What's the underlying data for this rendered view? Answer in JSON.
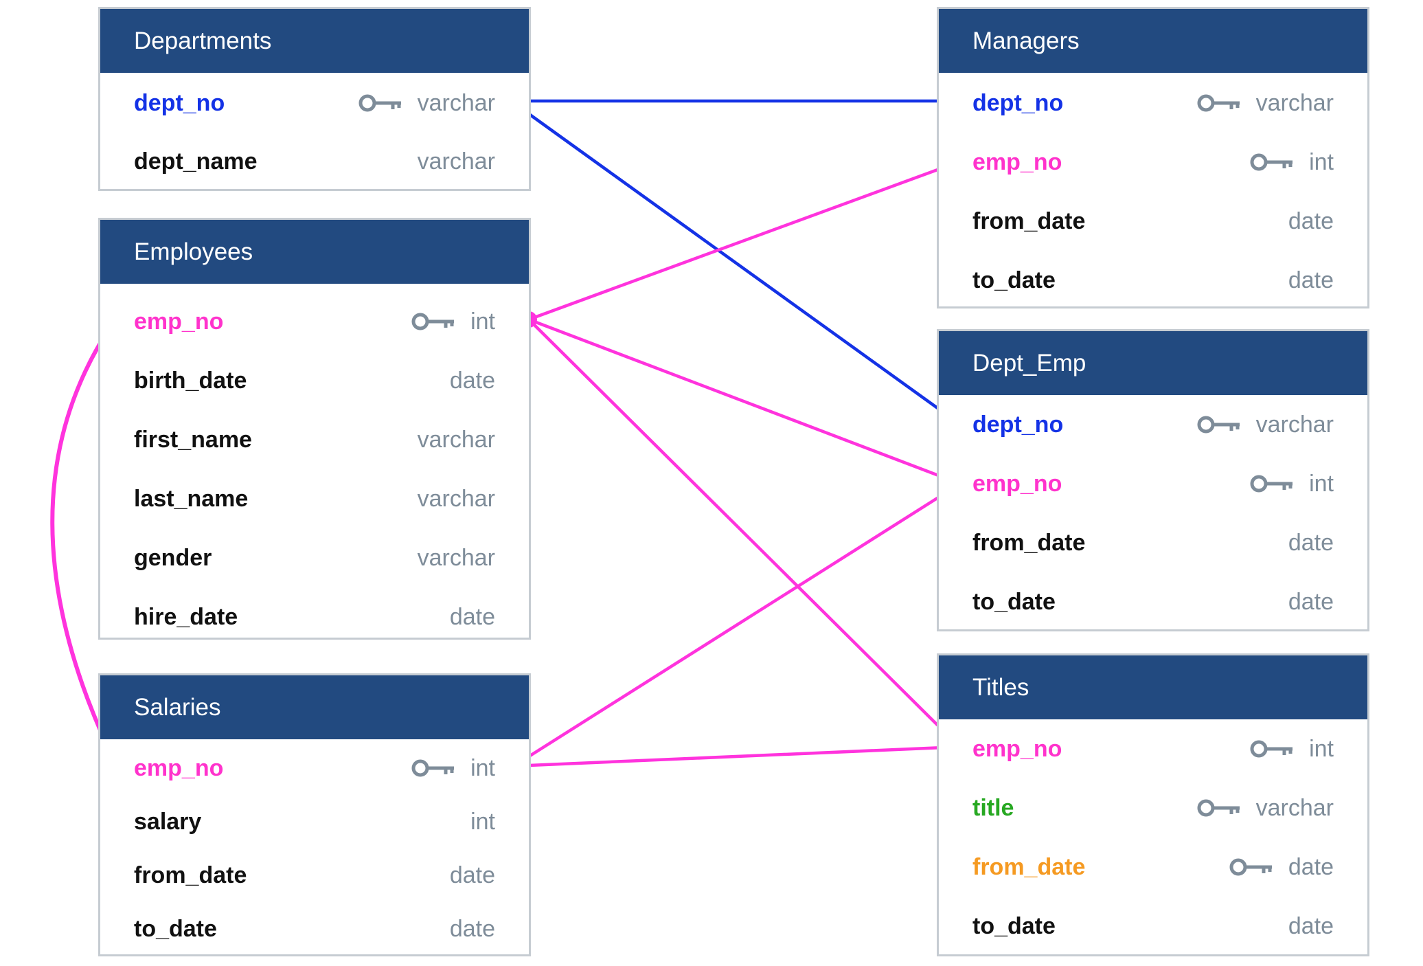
{
  "tables": {
    "departments": {
      "title": "Departments",
      "fields": [
        {
          "name": "dept_name_field",
          "label": "dept_no",
          "type": "varchar",
          "key": true,
          "color": "blue"
        },
        {
          "name": "x",
          "label": "dept_name",
          "type": "varchar",
          "key": false,
          "color": "black"
        }
      ]
    },
    "employees": {
      "title": "Employees",
      "fields": [
        {
          "label": "emp_no",
          "type": "int",
          "key": true,
          "color": "pink"
        },
        {
          "label": "birth_date",
          "type": "date",
          "key": false,
          "color": "black"
        },
        {
          "label": "first_name",
          "type": "varchar",
          "key": false,
          "color": "black"
        },
        {
          "label": "last_name",
          "type": "varchar",
          "key": false,
          "color": "black"
        },
        {
          "label": "gender",
          "type": "varchar",
          "key": false,
          "color": "black"
        },
        {
          "label": "hire_date",
          "type": "date",
          "key": false,
          "color": "black"
        }
      ]
    },
    "salaries": {
      "title": "Salaries",
      "fields": [
        {
          "label": "emp_no",
          "type": "int",
          "key": true,
          "color": "pink"
        },
        {
          "label": "salary",
          "type": "int",
          "key": false,
          "color": "black"
        },
        {
          "label": "from_date",
          "type": "date",
          "key": false,
          "color": "black"
        },
        {
          "label": "to_date",
          "type": "date",
          "key": false,
          "color": "black"
        }
      ]
    },
    "managers": {
      "title": "Managers",
      "fields": [
        {
          "label": "dept_no",
          "type": "varchar",
          "key": true,
          "color": "blue"
        },
        {
          "label": "emp_no",
          "type": "int",
          "key": true,
          "color": "pink"
        },
        {
          "label": "from_date",
          "type": "date",
          "key": false,
          "color": "black"
        },
        {
          "label": "to_date",
          "type": "date",
          "key": false,
          "color": "black"
        }
      ]
    },
    "dept_emp": {
      "title": "Dept_Emp",
      "fields": [
        {
          "label": "dept_no",
          "type": "varchar",
          "key": true,
          "color": "blue"
        },
        {
          "label": "emp_no",
          "type": "int",
          "key": true,
          "color": "pink"
        },
        {
          "label": "from_date",
          "type": "date",
          "key": false,
          "color": "black"
        },
        {
          "label": "to_date",
          "type": "date",
          "key": false,
          "color": "black"
        }
      ]
    },
    "titles": {
      "title": "Titles",
      "fields": [
        {
          "label": "emp_no",
          "type": "int",
          "key": true,
          "color": "pink"
        },
        {
          "label": "title",
          "type": "varchar",
          "key": true,
          "color": "green"
        },
        {
          "label": "from_date",
          "type": "date",
          "key": true,
          "color": "orange"
        },
        {
          "label": "to_date",
          "type": "date",
          "key": false,
          "color": "black"
        }
      ]
    }
  },
  "relationships": [
    {
      "from": "departments.dept_no",
      "to": "managers.dept_no",
      "color": "#1432e6"
    },
    {
      "from": "departments.dept_no",
      "to": "dept_emp.dept_no",
      "color": "#1432e6"
    },
    {
      "from": "employees.emp_no",
      "to": "managers.emp_no",
      "color": "#ff33dd"
    },
    {
      "from": "employees.emp_no",
      "to": "dept_emp.emp_no",
      "color": "#ff33dd"
    },
    {
      "from": "employees.emp_no",
      "to": "titles.emp_no",
      "color": "#ff33dd"
    },
    {
      "from": "employees.emp_no",
      "to": "salaries.emp_no",
      "color": "#ff33dd"
    },
    {
      "from": "salaries.emp_no",
      "to": "dept_emp.emp_no",
      "color": "#ff33dd"
    },
    {
      "from": "salaries.emp_no",
      "to": "titles.emp_no",
      "color": "#ff33dd"
    }
  ],
  "colors": {
    "header": "#224a80",
    "blue_fk": "#1432e6",
    "pink_fk": "#ff33cc",
    "green_fk": "#27a822",
    "orange_fk": "#f59a22",
    "type_text": "#7e8c99",
    "key_icon": "#7e8c99"
  }
}
